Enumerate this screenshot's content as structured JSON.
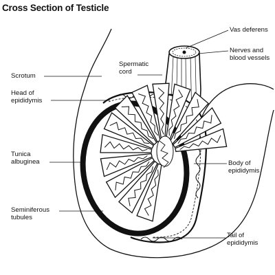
{
  "title": "Cross Section of Testicle",
  "labels": {
    "scrotum": "Scrotum",
    "spermatic_cord_1": "Spermatic",
    "spermatic_cord_2": "cord",
    "head_epididymis_1": "Head of",
    "head_epididymis_2": "epididymis",
    "tunica_albuginea_1": "Tunica",
    "tunica_albuginea_2": "albuginea",
    "seminiferous_tubules_1": "Seminiferous",
    "seminiferous_tubules_2": "tubules",
    "vas_deferens": "Vas deferens",
    "nerves_vessels_1": "Nerves and",
    "nerves_vessels_2": "blood vessels",
    "body_epididymis_1": "Body of",
    "body_epididymis_2": "epididymis",
    "tail_epididymis_1": "Tail of",
    "tail_epididymis_2": "epididymis"
  },
  "colors": {
    "ink": "#111111",
    "background": "#ffffff"
  }
}
